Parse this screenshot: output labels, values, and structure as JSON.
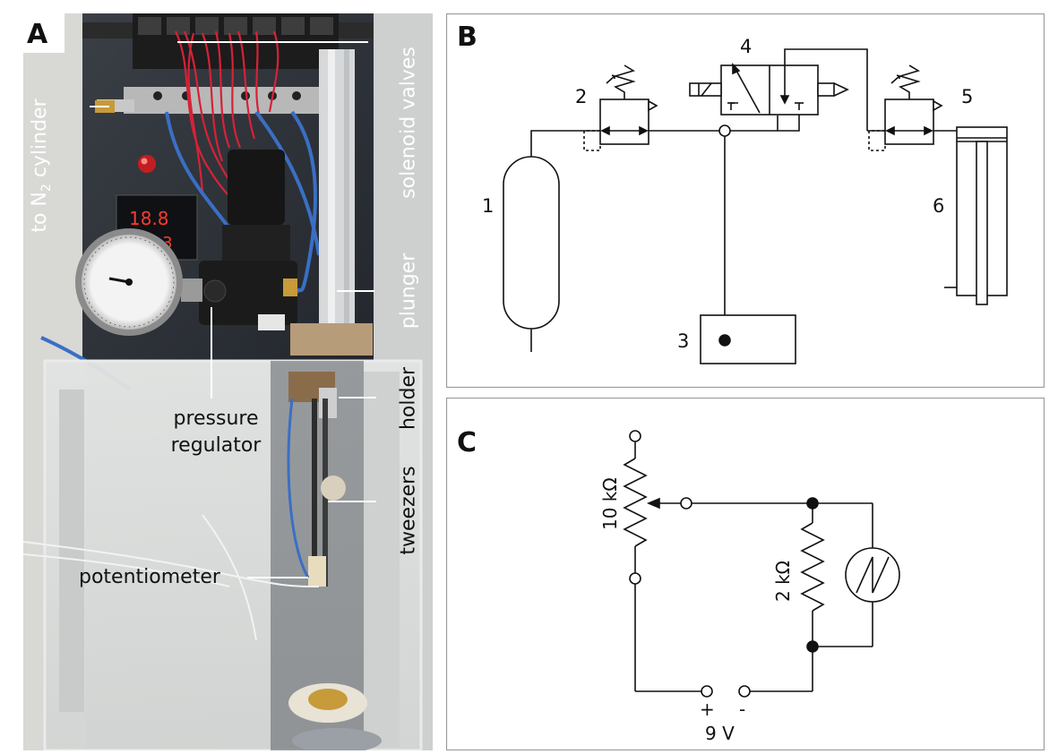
{
  "panels": {
    "a": {
      "letter": "A"
    },
    "b": {
      "letter": "B"
    },
    "c": {
      "letter": "C"
    }
  },
  "photo": {
    "labels": {
      "solenoid_valves": "solenoid valves",
      "to_n2_cylinder_prefix": "to N",
      "to_n2_cylinder_sub": "2",
      "to_n2_cylinder_suffix": " cylinder",
      "plunger": "plunger",
      "pressure_regulator_line1": "pressure",
      "pressure_regulator_line2": "regulator",
      "holder": "holder",
      "tweezers": "tweezers",
      "potentiometer": "potentiometer"
    },
    "display_digits_top": "18.8",
    "display_digits_bottom": "8.3"
  },
  "pneumatic": {
    "labels": {
      "n1": "1",
      "n2": "2",
      "n3": "3",
      "n4": "4",
      "n5": "5",
      "n6": "6"
    }
  },
  "circuit": {
    "labels": {
      "r1": "10 kΩ",
      "r2": "2 kΩ",
      "plus": "+",
      "minus": "-",
      "voltage": "9 V"
    }
  }
}
